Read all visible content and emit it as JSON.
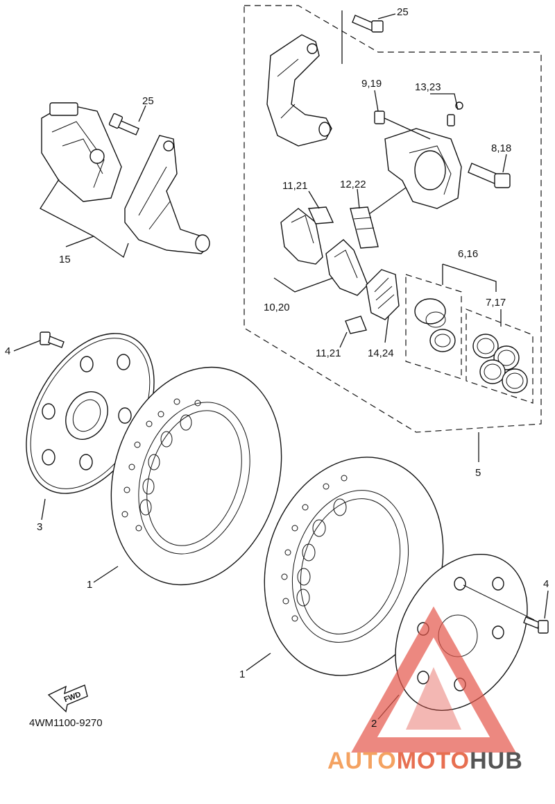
{
  "diagram": {
    "code": "4WM1100-9270",
    "fwd_label": "FWD",
    "callouts": {
      "c25a": "25",
      "c25b": "25",
      "c9_19": "9,19",
      "c13_23": "13,23",
      "c8_18": "8,18",
      "c11_21a": "11,21",
      "c12_22": "12,22",
      "c15": "15",
      "c6_16": "6,16",
      "c7_17": "7,17",
      "c10_20": "10,20",
      "c11_21b": "11,21",
      "c14_24": "14,24",
      "c4a": "4",
      "c4b": "4",
      "c5": "5",
      "c3": "3",
      "c1a": "1",
      "c1b": "1",
      "c2": "2"
    }
  },
  "watermark": {
    "part1": "AUTO",
    "part2": "MOTO",
    "part3": "HUB",
    "colors": {
      "auto": "#f4a261",
      "moto": "#e76f51",
      "hub": "#555555",
      "triangle": "#e4574b"
    }
  }
}
